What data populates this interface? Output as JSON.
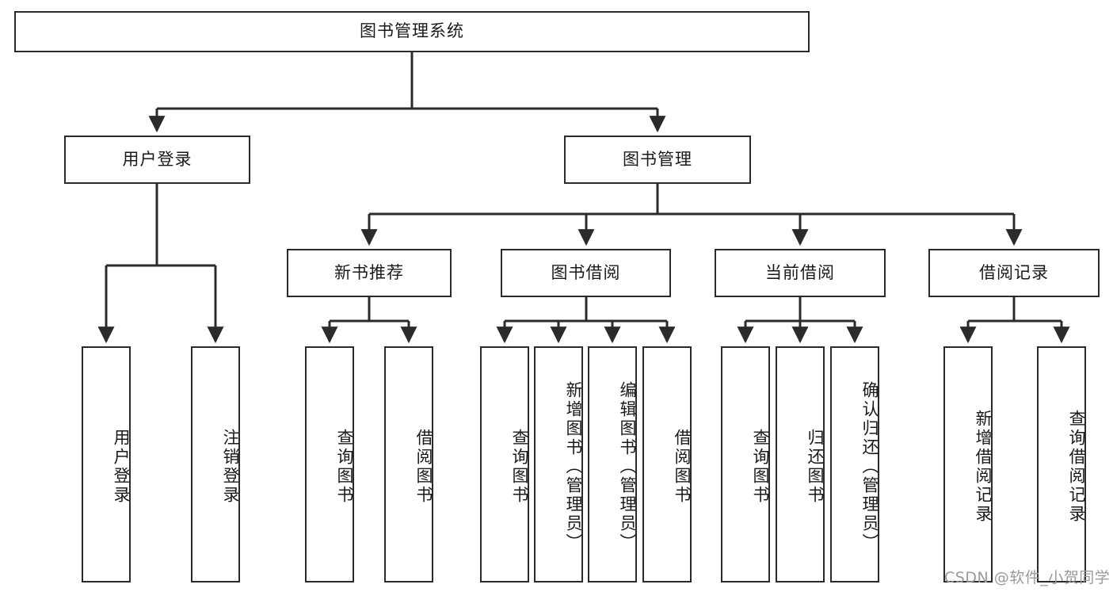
{
  "diagram": {
    "title": "图书管理系统",
    "type": "tree-hierarchy-chart",
    "colors": {
      "stroke": "#2b2b2b",
      "fill": "#ffffff",
      "text": "#1a1a1a",
      "watermark": "#9a9a9a"
    },
    "root": {
      "label": "图书管理系统"
    },
    "level2": [
      {
        "label": "用户登录"
      },
      {
        "label": "图书管理"
      }
    ],
    "level3": [
      {
        "label": "新书推荐"
      },
      {
        "label": "图书借阅"
      },
      {
        "label": "当前借阅"
      },
      {
        "label": "借阅记录"
      }
    ],
    "leaves": {
      "user_login": [
        {
          "label": "用户登录"
        },
        {
          "label": "注销登录"
        }
      ],
      "new_book_recommend": [
        {
          "label": "查询图书"
        },
        {
          "label": "借阅图书"
        }
      ],
      "book_borrow": [
        {
          "label": "查询图书"
        },
        {
          "label": "新增图书（管理员）"
        },
        {
          "label": "编辑图书（管理员）"
        },
        {
          "label": "借阅图书"
        }
      ],
      "current_borrow": [
        {
          "label": "查询图书"
        },
        {
          "label": "归还图书"
        },
        {
          "label": "确认归还（管理员）"
        }
      ],
      "borrow_record": [
        {
          "label": "新增借阅记录"
        },
        {
          "label": "查询借阅记录"
        }
      ]
    }
  },
  "watermark": {
    "text": "CSDN @软件_小贺同学"
  }
}
